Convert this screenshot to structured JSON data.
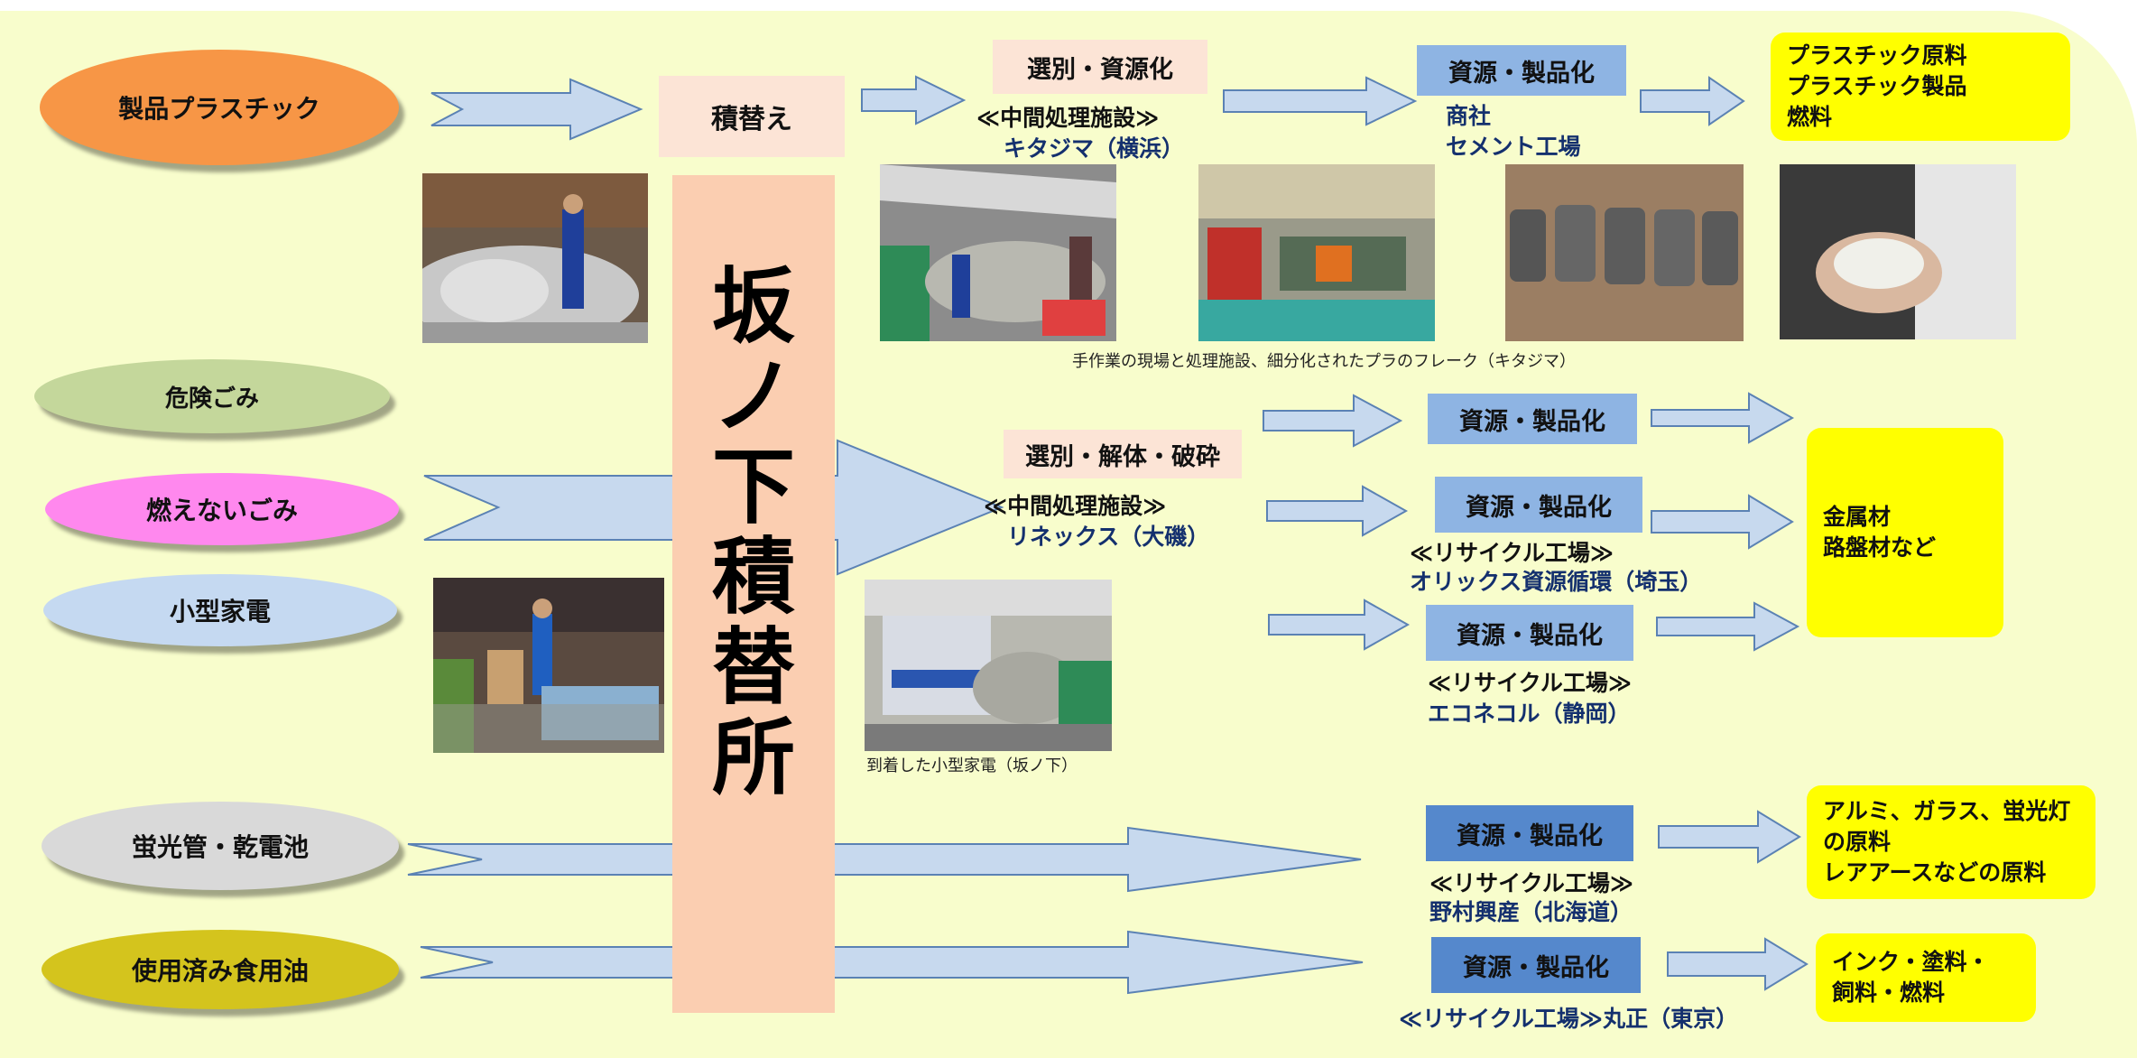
{
  "source_items": {
    "plastic": "製品プラスチック",
    "hazardous": "危険ごみ",
    "nonburnable": "燃えないごみ",
    "small_appliances": "小型家電",
    "fluorescent_batteries": "蛍光管・乾電池",
    "cooking_oil": "使用済み食用油"
  },
  "transfer_station": {
    "short_label": "積替え",
    "name": "坂ノ下積替所"
  },
  "plastic_flow": {
    "process_label": "選別・資源化",
    "facility_type": "≪中間処理施設≫",
    "facility_name": "キタジマ（横浜）",
    "product_label": "資源・製品化",
    "destinations": [
      "商社",
      "セメント工場"
    ],
    "outputs": [
      "プラスチック原料",
      "プラスチック製品",
      "燃料"
    ],
    "caption": "手作業の現場と処理施設、細分化されたプラのフレーク（キタジマ）"
  },
  "metal_flow": {
    "process_label": "選別・解体・破砕",
    "facility_type": "≪中間処理施設≫",
    "facility_name": "リネックス（大磯）",
    "product_labels": [
      "資源・製品化",
      "資源・製品化",
      "資源・製品化"
    ],
    "recycler1_type": "≪リサイクル工場≫",
    "recycler1_name": "オリックス資源循環（埼玉）",
    "recycler2_type": "≪リサイクル工場≫",
    "recycler2_name": "エコネコル（静岡）",
    "outputs": [
      "金属材",
      "路盤材など"
    ],
    "caption": "到着した小型家電（坂ノ下）"
  },
  "fluorescent_flow": {
    "product_label": "資源・製品化",
    "recycler_type": "≪リサイクル工場≫",
    "recycler_name": "野村興産（北海道）",
    "outputs": [
      "アルミ、ガラス、蛍光灯",
      "の原料",
      "レアアースなどの原料"
    ]
  },
  "oil_flow": {
    "product_label": "資源・製品化",
    "recycler": "≪リサイクル工場≫丸正（東京）",
    "outputs": [
      "インク・塗料・",
      "飼料・燃料"
    ]
  },
  "colors": {
    "background": "#f8fdcc",
    "arrow_fill": "#c7d9ee",
    "arrow_stroke": "#5b82b4",
    "process_box": "#fce4d6",
    "product_box": "#8eb4e3",
    "output_box": "#ffff00",
    "transfer_bar": "#fbceb1"
  }
}
